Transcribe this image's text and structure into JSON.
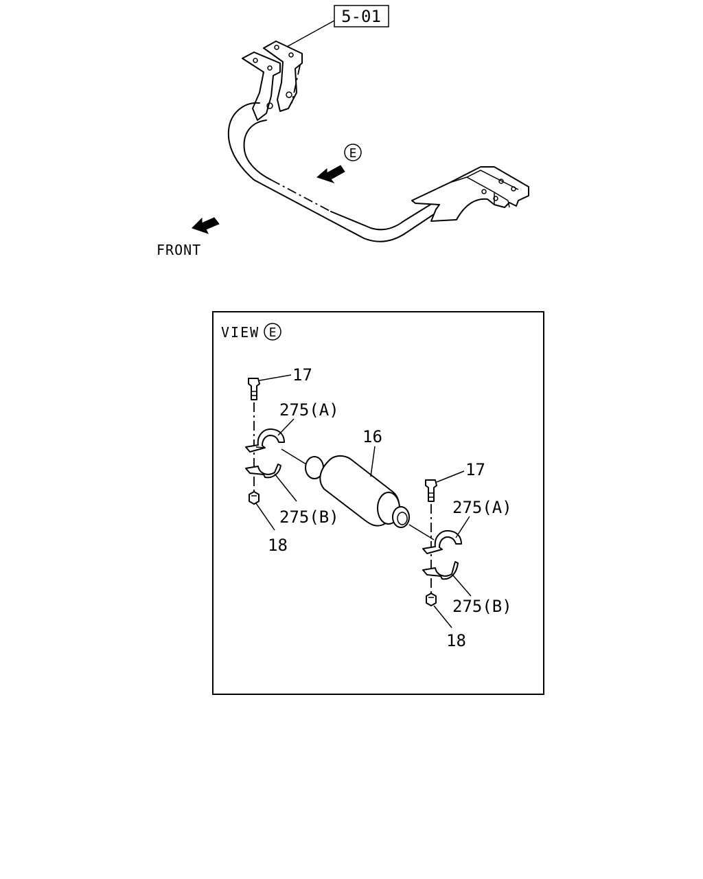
{
  "reference_box": "5-01",
  "direction_label": "FRONT",
  "view_marker": "E",
  "view_box": {
    "title": "VIEW",
    "marker": "E"
  },
  "callouts": {
    "bolt_left": "17",
    "bracket_a_left": "275(A)",
    "bracket_b_left": "275(B)",
    "nut_left": "18",
    "bushing": "16",
    "bolt_right": "17",
    "bracket_a_right": "275(A)",
    "bracket_b_right": "275(B)",
    "nut_right": "18"
  }
}
